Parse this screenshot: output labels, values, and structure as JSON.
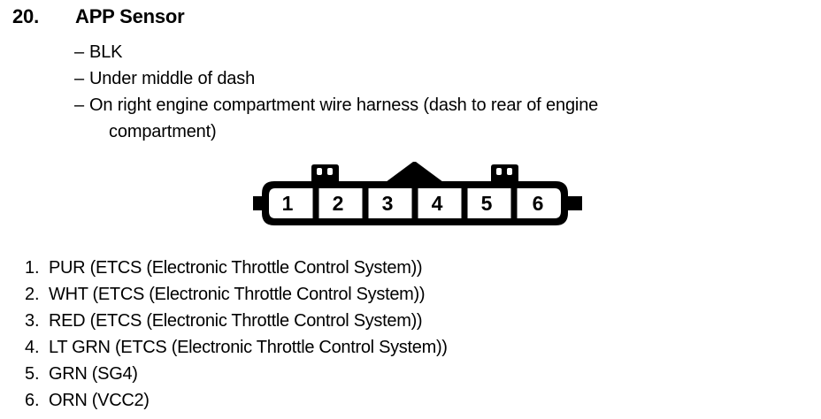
{
  "page": {
    "background_color": "#ffffff",
    "ink_color": "#000000"
  },
  "header": {
    "number": "20.",
    "title": "APP Sensor"
  },
  "description": {
    "bullet_glyph": "–",
    "lines": [
      {
        "text": "BLK",
        "continuation": ""
      },
      {
        "text": "Under middle of dash",
        "continuation": ""
      },
      {
        "text": "On right engine compartment wire harness (dash to rear of engine",
        "continuation": "compartment)"
      }
    ]
  },
  "connector": {
    "name": "6-pin-connector",
    "pin_count": 6,
    "pin_numbers": [
      "1",
      "2",
      "3",
      "4",
      "5",
      "6"
    ],
    "features": {
      "center_latch": "triangular-peak",
      "top_tabs": 2,
      "side_notches": 2
    }
  },
  "pins": [
    {
      "number": "1.",
      "label": "PUR (ETCS (Electronic Throttle Control System))"
    },
    {
      "number": "2.",
      "label": "WHT (ETCS (Electronic Throttle Control System))"
    },
    {
      "number": "3.",
      "label": "RED (ETCS (Electronic Throttle Control System))"
    },
    {
      "number": "4.",
      "label": "LT GRN (ETCS (Electronic Throttle Control System))"
    },
    {
      "number": "5.",
      "label": "GRN (SG4)"
    },
    {
      "number": "6.",
      "label": "ORN (VCC2)"
    }
  ]
}
